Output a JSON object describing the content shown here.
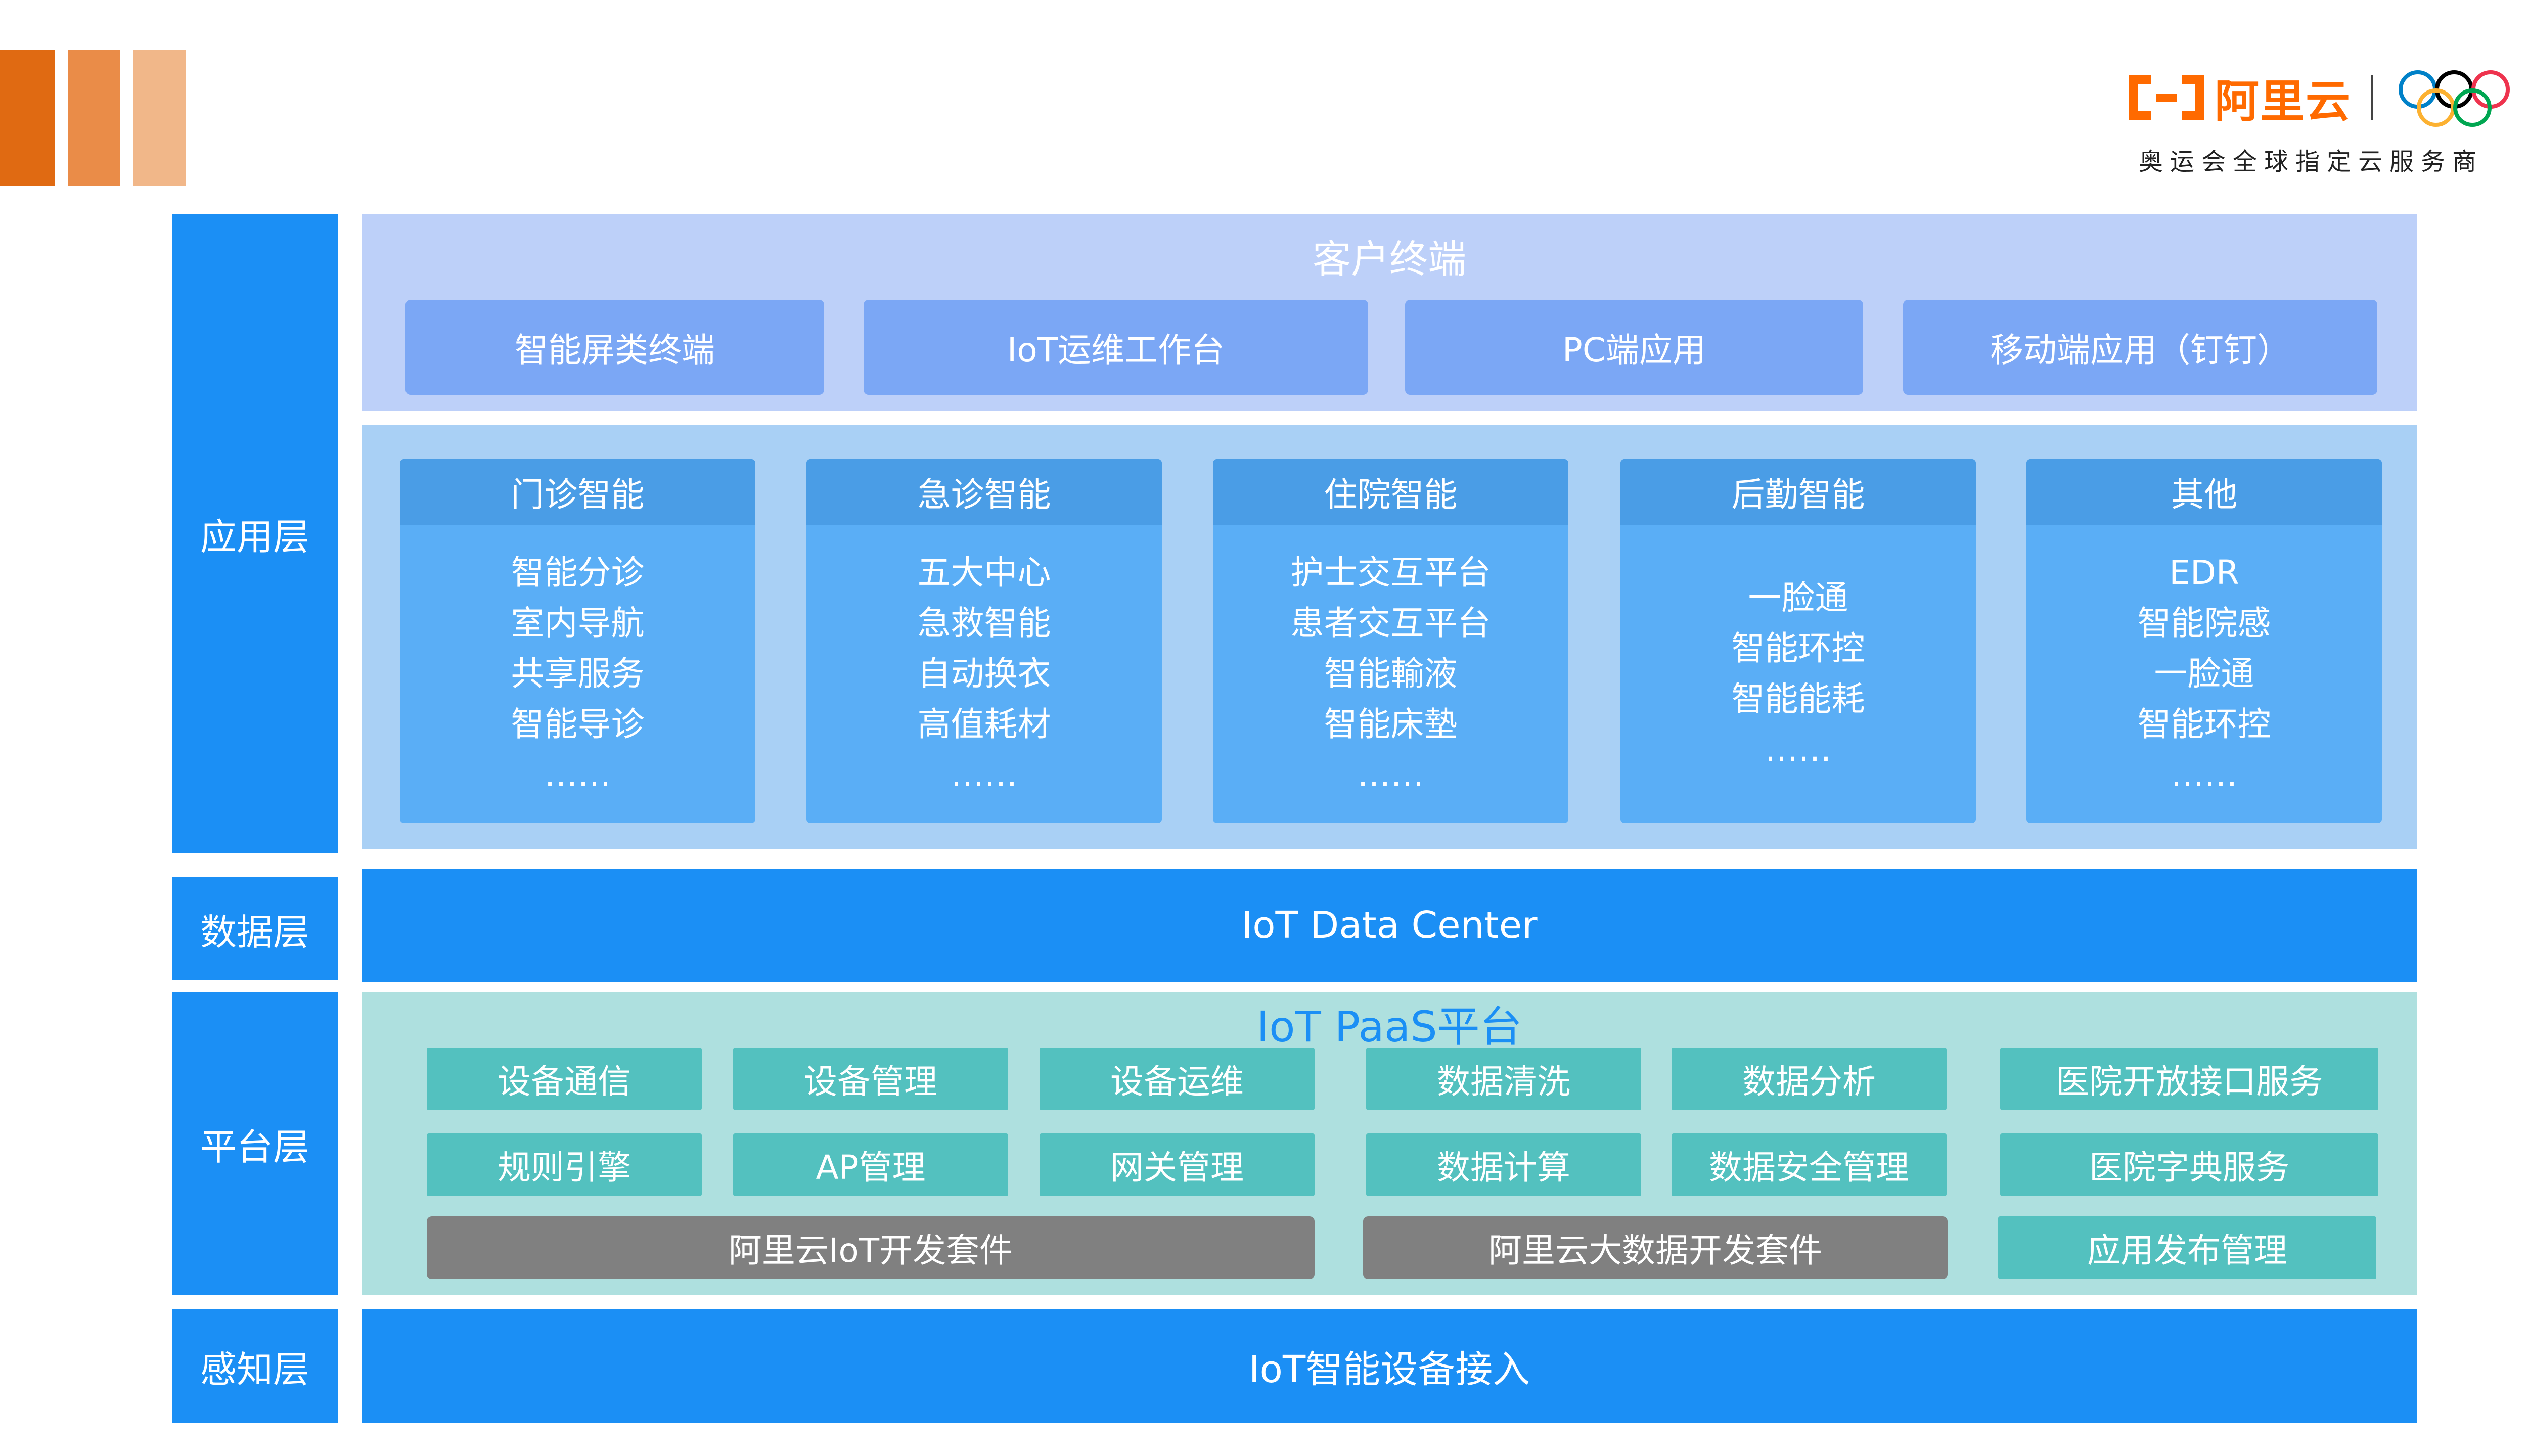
{
  "brand": {
    "logo_text": "阿里云",
    "subtitle": "奥运会全球指定云服务商",
    "ring_colors": [
      "#0081c8",
      "#fcb131",
      "#000000",
      "#00a651",
      "#ee334e"
    ],
    "accent": "#e06a12"
  },
  "layers": {
    "app": "应用层",
    "data": "数据层",
    "platform": "平台层",
    "sense": "感知层"
  },
  "client": {
    "title": "客户终端",
    "items": [
      "智能屏类终端",
      "IoT运维工作台",
      "PC端应用",
      "移动端应用（钉钉）"
    ]
  },
  "smart": {
    "cards": [
      {
        "title": "门诊智能",
        "items": [
          "智能分诊",
          "室内导航",
          "共享服务",
          "智能导诊",
          "……"
        ]
      },
      {
        "title": "急诊智能",
        "items": [
          "五大中心",
          "急救智能",
          "自动换衣",
          "高值耗材",
          "……"
        ]
      },
      {
        "title": "住院智能",
        "items": [
          "护士交互平台",
          "患者交互平台",
          "智能輸液",
          "智能床墊",
          "……"
        ]
      },
      {
        "title": "后勤智能",
        "items": [
          "一脸通",
          "智能环控",
          "智能能耗",
          "……"
        ]
      },
      {
        "title": "其他",
        "items": [
          "EDR",
          "智能院感",
          "一脸通",
          "智能环控",
          "……"
        ]
      }
    ]
  },
  "data_center": {
    "label": "IoT Data Center"
  },
  "paas": {
    "title": "IoT PaaS平台",
    "row1": [
      "设备通信",
      "设备管理",
      "设备运维",
      "数据清洗",
      "数据分析",
      "医院开放接口服务"
    ],
    "row2": [
      "规则引擎",
      "AP管理",
      "网关管理",
      "数据计算",
      "数据安全管理",
      "医院字典服务"
    ],
    "row3": [
      "阿里云IoT开发套件",
      "阿里云大数据开发套件",
      "应用发布管理"
    ]
  },
  "sense": {
    "label": "IoT智能设备接入"
  }
}
